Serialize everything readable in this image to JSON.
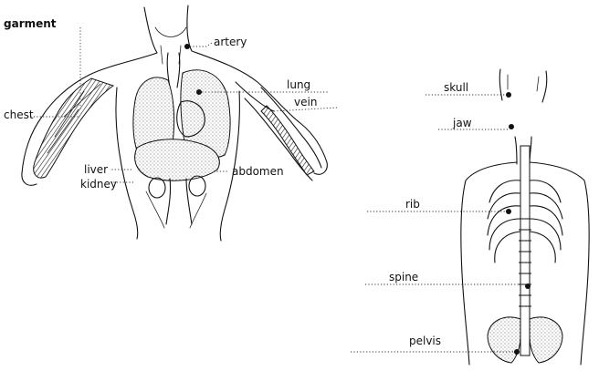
{
  "left_figure": {
    "labels": {
      "garment": "garment",
      "artery": "artery",
      "lung": "lung",
      "vein": "vein",
      "chest": "chest",
      "liver": "liver",
      "kidney": "kidney",
      "abdomen": "abdomen"
    }
  },
  "right_figure": {
    "labels": {
      "skull": "skull",
      "jaw": "jaw",
      "rib": "rib",
      "spine": "spine",
      "pelvis": "pelvis"
    }
  }
}
